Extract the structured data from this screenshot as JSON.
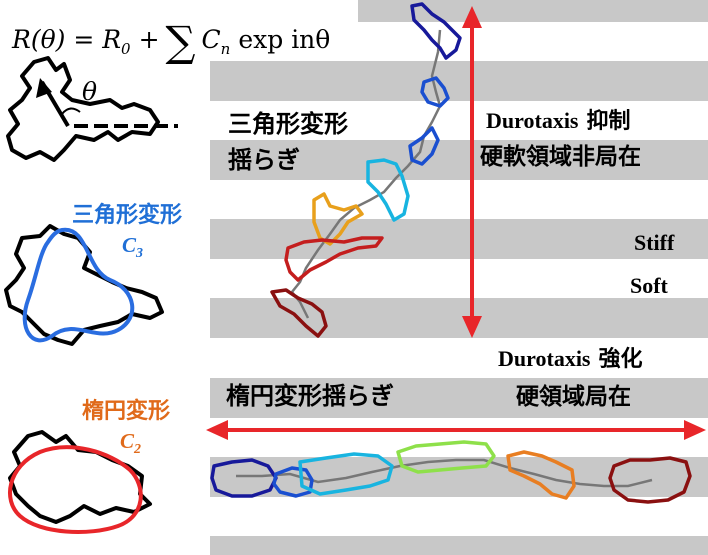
{
  "formula": {
    "lhs": "R(θ) = R",
    "r0_sub": "0",
    "plus": "+",
    "sum": "∑",
    "cn": "C",
    "n_sub": "n",
    "tail": "exp inθ"
  },
  "theta_label": "θ",
  "triangular": {
    "label": "三角形変形",
    "coeff": "C",
    "coeff_sub": "3",
    "fluct_line1": "三角形変形",
    "fluct_line2": "揺らぎ"
  },
  "elliptic": {
    "label": "楕円変形",
    "coeff": "C",
    "coeff_sub": "2",
    "fluct": "楕円変形揺らぎ"
  },
  "vertical_result": {
    "title_latin": "Durotaxis",
    "title_jp": "抑制",
    "subtitle": "硬軟領域非局在"
  },
  "horizontal_result": {
    "title_latin": "Durotaxis",
    "title_jp": "強化",
    "subtitle": "硬領域局在"
  },
  "stiff_label": "Stiff",
  "soft_label": "Soft",
  "colors": {
    "stiff_stripe": "#c8c8c8",
    "arrow": "#e8262a",
    "circle_blue": "#2a6de0",
    "ellipse_red": "#e8262a",
    "track": "#777777",
    "cell_navy": "#17199a",
    "cell_blue": "#1a4fd0",
    "cell_cyan": "#18b4e0",
    "cell_orange": "#e8a01c",
    "cell_red": "#c41e1e",
    "cell_darkred": "#8a1010",
    "cell_green": "#8ee04a",
    "cell_orange2": "#e87e22"
  }
}
